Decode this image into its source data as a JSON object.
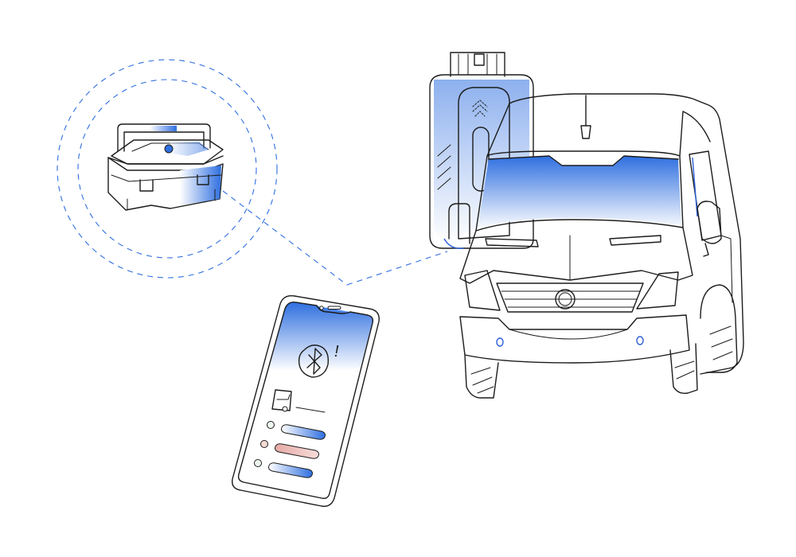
{
  "colors": {
    "accent": "#2f6fe0",
    "accent_light": "#dfe8fb",
    "status_green": "#6dc27a",
    "status_red": "#d9786f",
    "alert_bar_red": "#e6aaa6",
    "outline": "#1c1c1c"
  },
  "icons": {
    "toolbox": "toolbox-icon",
    "obd_adapter": "obd-adapter-icon",
    "van": "van-icon",
    "smartphone": "smartphone-icon",
    "bluetooth": "bluetooth-icon",
    "alert": "exclamation-icon",
    "device": "device-icon"
  },
  "phone_screen": {
    "alert_mark": "!",
    "status_list": [
      {
        "status": "ok",
        "dot_color": "#6dc27a"
      },
      {
        "status": "error",
        "dot_color": "#d9786f"
      },
      {
        "status": "ok",
        "dot_color": "#6dc27a"
      }
    ]
  }
}
